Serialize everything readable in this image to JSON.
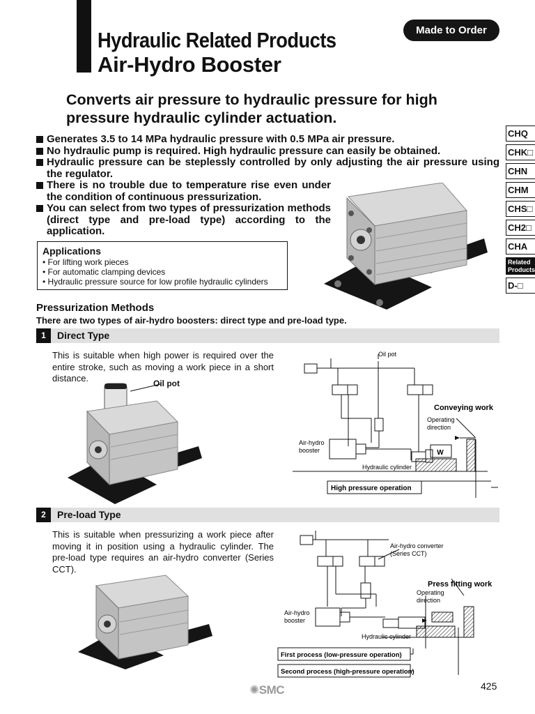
{
  "header": {
    "title_line1": "Hydraulic Related Products",
    "title_line2": "Air-Hydro Booster",
    "badge": "Made to Order"
  },
  "lead": "Converts air pressure to hydraulic pressure for high pressure hydraulic cylinder actuation.",
  "features": [
    "Generates 3.5 to 14 MPa hydraulic pressure with 0.5 MPa air pressure.",
    "No hydraulic pump is required. High hydraulic pressure can easily be obtained.",
    "Hydraulic pressure can be steplessly controlled by only adjusting the air pressure using the regulator.",
    "There is no trouble due to temperature rise even under the condition of continuous pressurization.",
    "You can select from two types of pressurization methods (direct type and pre-load type) according to the application."
  ],
  "applications": {
    "title": "Applications",
    "items": [
      "For lifting work pieces",
      "For automatic clamping devices",
      "Hydraulic pressure source for low profile hydraulic cylinders"
    ]
  },
  "sidenav": [
    "CHQ",
    "CHK□",
    "CHN",
    "CHM",
    "CHS□",
    "CH2□",
    "CHA",
    "Related Products",
    "D-□"
  ],
  "methods": {
    "title": "Pressurization Methods",
    "subtitle": "There are two types of air-hydro boosters: direct type and pre-load type."
  },
  "direct": {
    "number": "1",
    "label": "Direct Type",
    "description": "This is suitable when high power is required over the entire stroke, such as moving a work piece in a short distance.",
    "photo_label": "Oil pot",
    "diagram": {
      "oil_pot": "Oil pot",
      "conveying": "Conveying work",
      "operating_direction": "Operating direction",
      "booster": "Air-hydro booster",
      "work": "W",
      "cylinder": "Hydraulic cylinder",
      "operation": "High pressure operation"
    }
  },
  "preload": {
    "number": "2",
    "label": "Pre-load Type",
    "description_1": "This is suitable when pressurizing a work piece after moving it in position using a hydraulic cylinder.",
    "description_2": "The pre-load type requires an air-hydro converter",
    "description_3": "(Series CCT).",
    "diagram": {
      "converter": "Air-hydro converter (Series CCT)",
      "press_fitting": "Press fitting work",
      "operating_direction": "Operating direction",
      "booster": "Air-hydro booster",
      "cylinder": "Hydraulic cylinder",
      "first_process": "First process (low-pressure operation)",
      "second_process": "Second process (high-pressure operation)"
    }
  },
  "footer": {
    "logo": "SMC",
    "page_number": "425"
  },
  "colors": {
    "ink": "#111111",
    "section_band": "#e0e0e0",
    "badge": "#151515",
    "logo": "#9a9a9a"
  }
}
